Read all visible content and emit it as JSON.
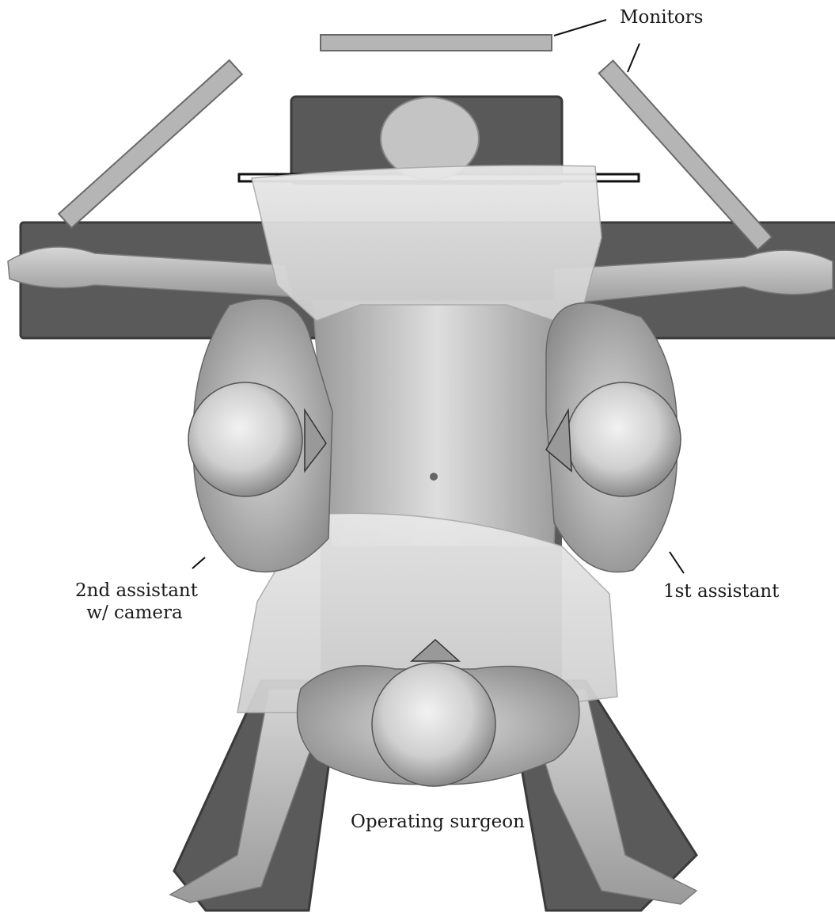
{
  "labels": {
    "monitors": "Monitors",
    "second_assistant_line1": "2nd assistant",
    "second_assistant_line2": "w/ camera",
    "first_assistant": "1st assistant",
    "operating_surgeon": "Operating surgeon"
  },
  "colors": {
    "table": "#5a5a5a",
    "table_edge": "#3a3a3a",
    "monitor": "#b4b4b4",
    "skin": "#c8c8c8",
    "drape": "#e6e6e6",
    "head_blob": "#d9d9d9",
    "leader_line": "#111111"
  }
}
